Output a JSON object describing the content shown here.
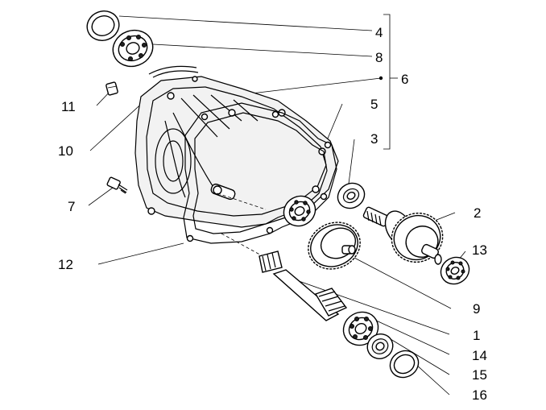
{
  "labels": {
    "l4": "4",
    "l8": "8",
    "l6": "6",
    "l5": "5",
    "l3": "3",
    "l11": "11",
    "l10": "10",
    "l7": "7",
    "l2": "2",
    "l13": "13",
    "l12": "12",
    "l9": "9",
    "l1": "1",
    "l14": "14",
    "l15": "15",
    "l16": "16"
  }
}
